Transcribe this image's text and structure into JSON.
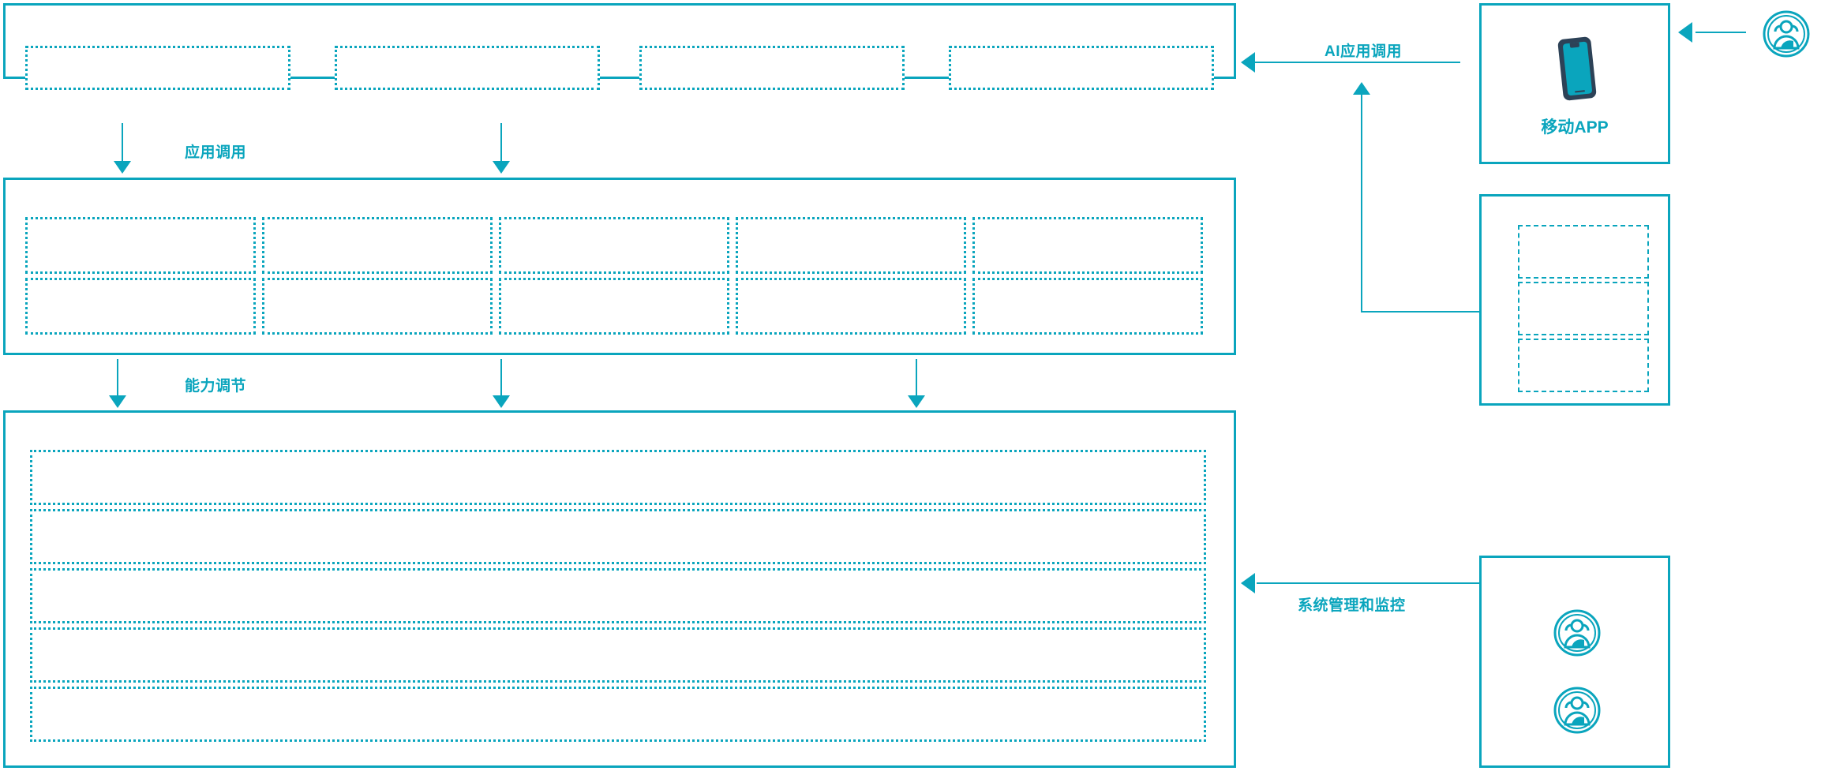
{
  "diagram": {
    "accent_color": "#0aa5bd",
    "icon_dark_color": "#2d4257",
    "background": "#ffffff"
  },
  "layers": [
    {
      "name": "application-layer",
      "cells": [
        {
          "name": "app-cell-1",
          "label": ""
        },
        {
          "name": "app-cell-2",
          "label": ""
        },
        {
          "name": "app-cell-3",
          "label": ""
        },
        {
          "name": "app-cell-4",
          "label": ""
        }
      ]
    },
    {
      "name": "capability-layer",
      "cells": [
        {
          "name": "capability-cell-r1c1",
          "label": ""
        },
        {
          "name": "capability-cell-r1c2",
          "label": ""
        },
        {
          "name": "capability-cell-r1c3",
          "label": ""
        },
        {
          "name": "capability-cell-r1c4",
          "label": ""
        },
        {
          "name": "capability-cell-r1c5",
          "label": ""
        },
        {
          "name": "capability-cell-r2c1",
          "label": ""
        },
        {
          "name": "capability-cell-r2c2",
          "label": ""
        },
        {
          "name": "capability-cell-r2c3",
          "label": ""
        },
        {
          "name": "capability-cell-r2c4",
          "label": ""
        },
        {
          "name": "capability-cell-r2c5",
          "label": ""
        }
      ]
    },
    {
      "name": "infrastructure-layer",
      "cells": [
        {
          "name": "infrastructure-row-1",
          "label": ""
        },
        {
          "name": "infrastructure-row-2",
          "label": ""
        },
        {
          "name": "infrastructure-row-3",
          "label": ""
        },
        {
          "name": "infrastructure-row-4",
          "label": ""
        },
        {
          "name": "infrastructure-row-5",
          "label": ""
        }
      ]
    }
  ],
  "edge_labels": {
    "application_call": "应用调用",
    "capability_adjust": "能力调节",
    "ai_application_call": "AI应用调用",
    "system_management_monitoring": "系统管理和监控"
  },
  "panels": {
    "mobile_app": {
      "name": "mobile-app-panel",
      "label": "移动APP",
      "icon": "smartphone-icon"
    },
    "channel_panel": {
      "name": "channel-panel",
      "label": "",
      "cells": [
        {
          "name": "channel-cell-1",
          "label": ""
        },
        {
          "name": "channel-cell-2",
          "label": ""
        },
        {
          "name": "channel-cell-3",
          "label": ""
        }
      ]
    },
    "operations_panel": {
      "name": "operations-panel",
      "label": "",
      "icons": [
        "users-group-icon",
        "users-group-icon"
      ]
    }
  },
  "actors": {
    "end_user": {
      "name": "end-user-actor",
      "icon": "users-group-icon",
      "label": ""
    }
  }
}
